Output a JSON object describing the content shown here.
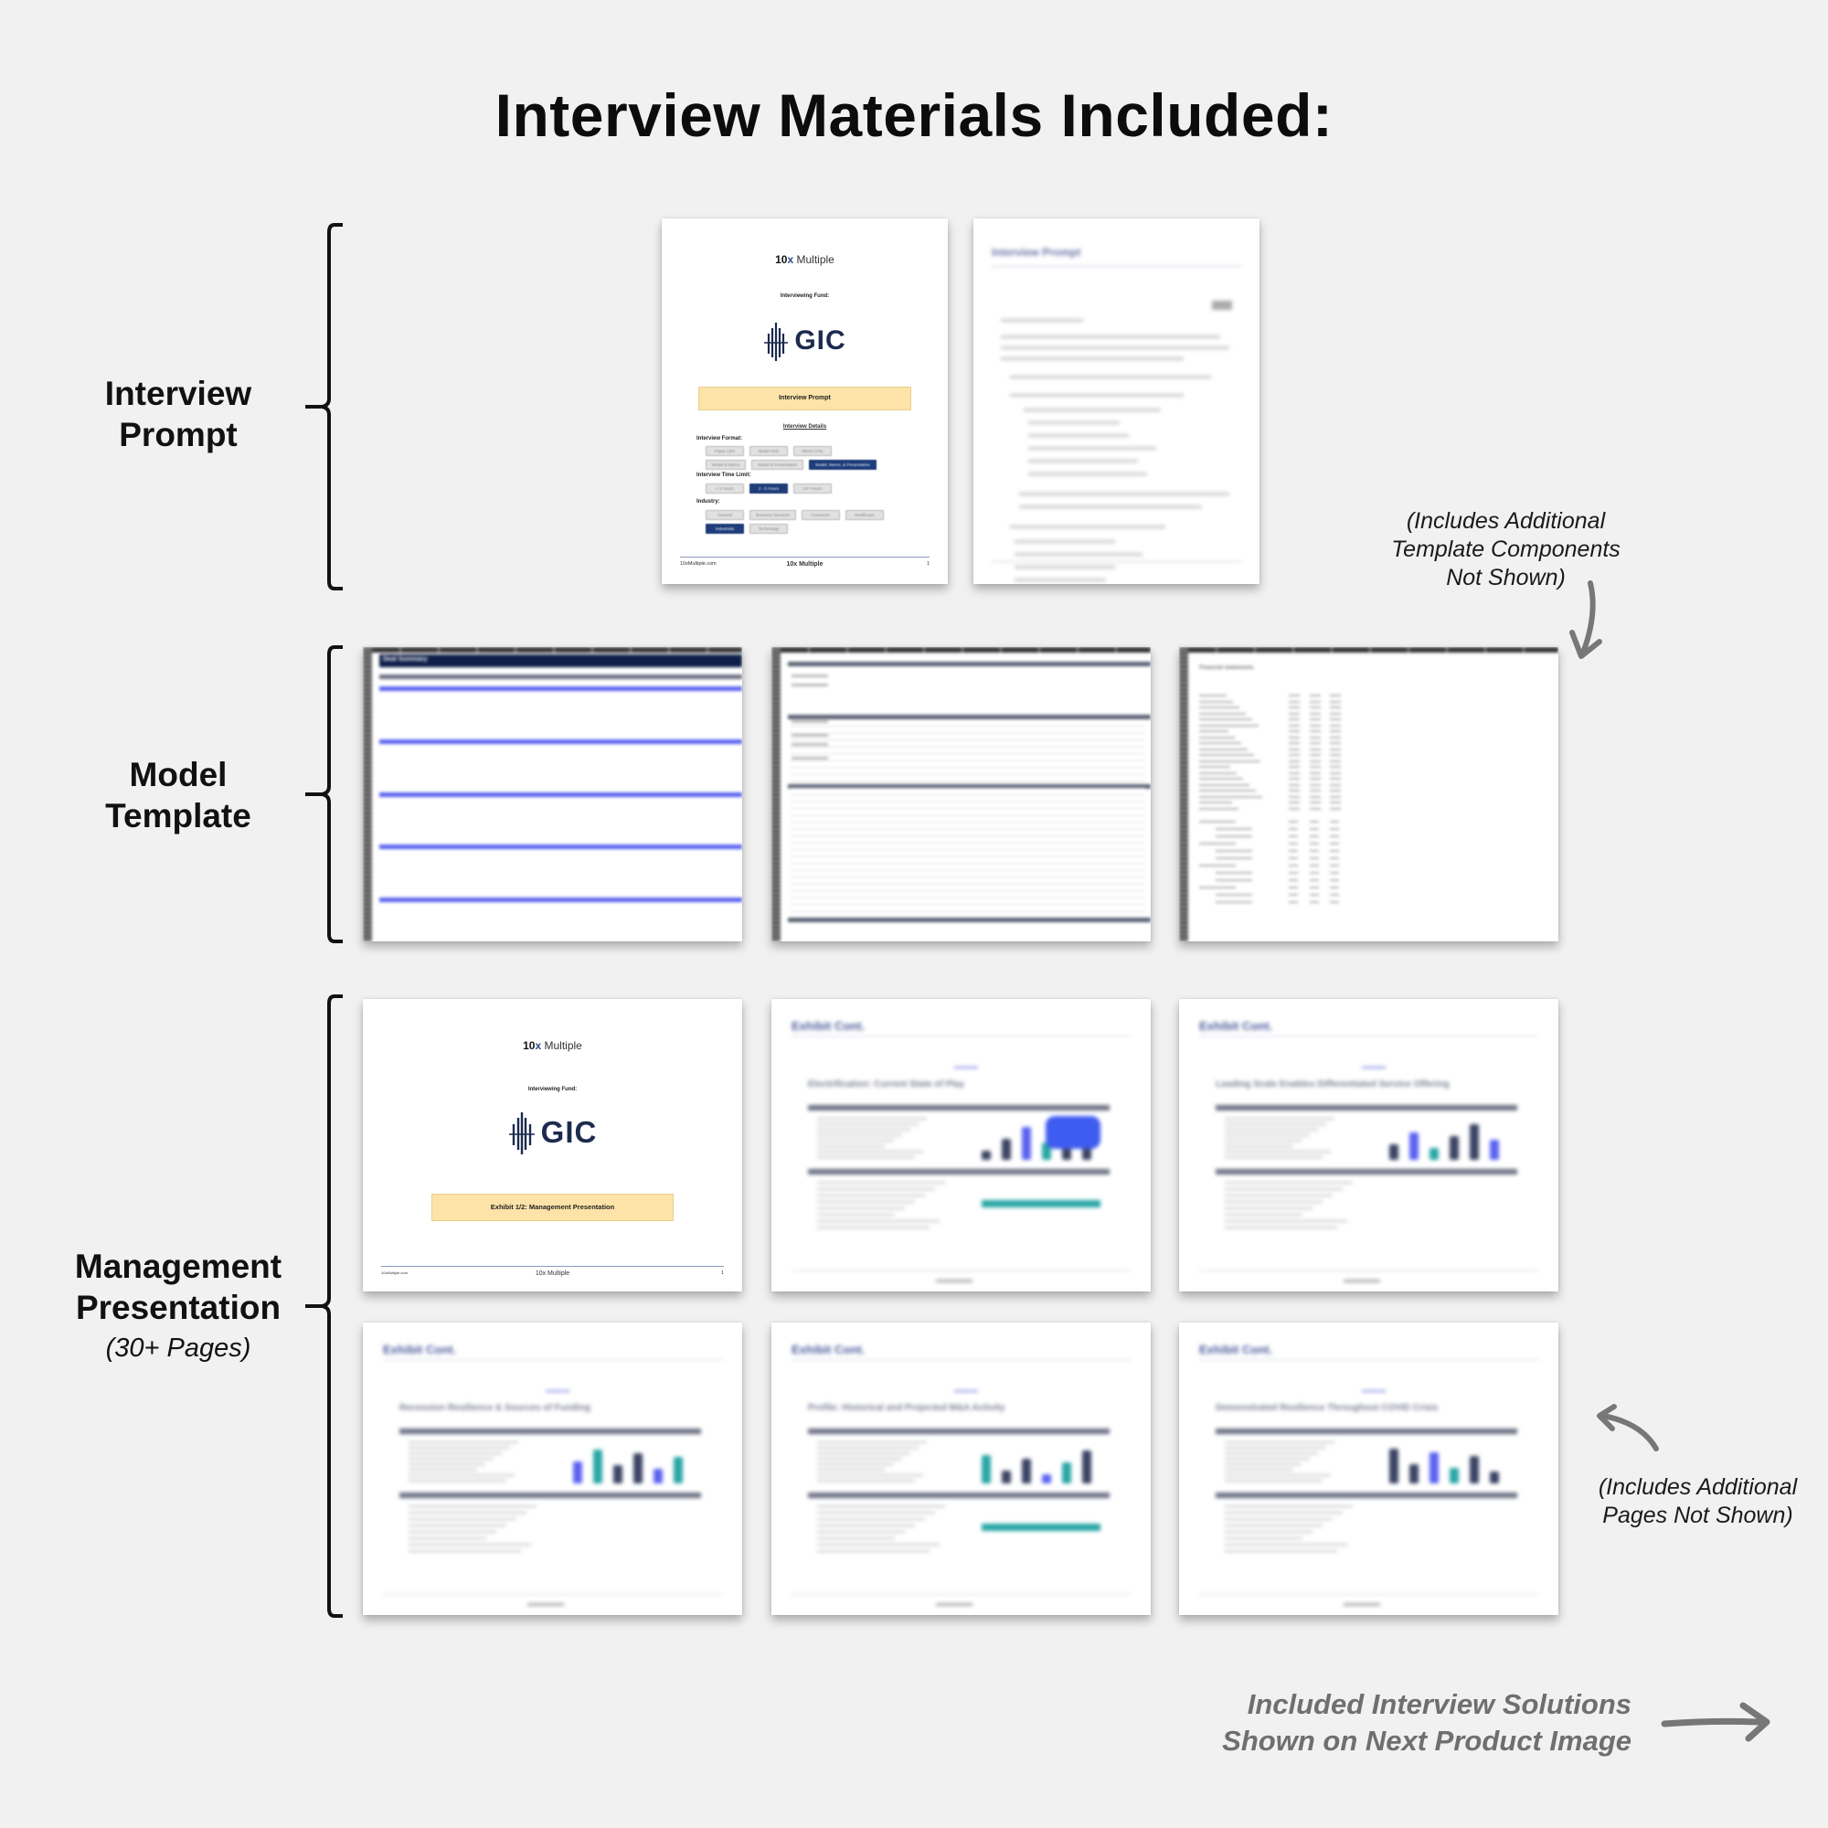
{
  "title": "Interview Materials Included:",
  "sections": [
    {
      "id": "interview-prompt",
      "label_lines": [
        "Interview",
        "Prompt"
      ],
      "sub": ""
    },
    {
      "id": "model-template",
      "label_lines": [
        "Model",
        "Template"
      ],
      "sub": ""
    },
    {
      "id": "management-presentation",
      "label_lines": [
        "Management",
        "Presentation"
      ],
      "sub": "(30+ Pages)"
    }
  ],
  "prompt_cover": {
    "brand_bold": "10",
    "brand_x": "x",
    "brand_rest": " Multiple",
    "fund_label": "Interviewing Fund:",
    "fund_name": "GIC",
    "banner": "Interview Prompt",
    "details_heading": "Interview Details",
    "groups": [
      {
        "heading": "Interview Format:",
        "rows": [
          [
            {
              "label": "Paper LBO",
              "selected": false
            },
            {
              "label": "Model Only",
              "selected": false
            },
            {
              "label": "Memo Only",
              "selected": false
            }
          ],
          [
            {
              "label": "Model & Memo",
              "selected": false
            },
            {
              "label": "Model & Presentation",
              "selected": false
            },
            {
              "label": "Model, Memo, & Presentation",
              "selected": true
            }
          ]
        ]
      },
      {
        "heading": "Interview Time Limit:",
        "rows": [
          [
            {
              "label": "< 2 Hours",
              "selected": false
            },
            {
              "label": "2 - 5 Hours",
              "selected": true
            },
            {
              "label": "10+ Hours",
              "selected": false
            }
          ]
        ]
      },
      {
        "heading": "Industry:",
        "rows": [
          [
            {
              "label": "General",
              "selected": false
            },
            {
              "label": "Business Services",
              "selected": false
            },
            {
              "label": "Consumer",
              "selected": false
            },
            {
              "label": "Healthcare",
              "selected": false
            }
          ],
          [
            {
              "label": "Industrials",
              "selected": true
            },
            {
              "label": "Technology",
              "selected": false
            }
          ]
        ]
      }
    ],
    "footer_left": "10xMultiple.com",
    "footer_center": "10x Multiple",
    "footer_page": "1"
  },
  "prompt_page2": {
    "title": "Interview Prompt"
  },
  "mgmt_cover": {
    "brand_bold": "10",
    "brand_x": "x",
    "brand_rest": " Multiple",
    "fund_label": "Interviewing Fund:",
    "fund_name": "GIC",
    "banner": "Exhibit 1/2: Management Presentation",
    "footer_left": "10xMultiple.com",
    "footer_center": "10x Multiple",
    "footer_page": "1"
  },
  "mgmt_slides": [
    {
      "title": "Exhibit Cont.",
      "heading": "Electrification: Current State of Play"
    },
    {
      "title": "Exhibit Cont.",
      "heading": "Leading Scale Enables Differentiated Service Offering"
    },
    {
      "title": "Exhibit Cont.",
      "heading": "Recession Resilience & Sources of Funding"
    },
    {
      "title": "Exhibit Cont.",
      "heading": "Profile: Historical and Projected M&A Activity"
    },
    {
      "title": "Exhibit Cont.",
      "heading": "Demonstrated Resilience Throughout COVID Crisis"
    }
  ],
  "model_sheets": [
    {
      "title": "Deal Summary"
    },
    {
      "title": "Assumptions"
    },
    {
      "title": "Financial statements"
    }
  ],
  "annotations": {
    "template_note": [
      "(Includes Additional",
      "Template Components",
      "Not Shown)"
    ],
    "pages_note": [
      "(Includes Additional",
      "Pages Not Shown)"
    ],
    "solutions_note": [
      "Included Interview Solutions",
      "Shown on Next Product Image"
    ]
  },
  "colors": {
    "background": "#f1f1f1",
    "banner": "#fde3a7",
    "selected_chip": "#1f3d7a",
    "gic_navy": "#1b2a4e",
    "excel_header": "#0f1f4a",
    "excel_section_blue": "#5b63f0",
    "annotation_gray": "#6f6f6f"
  }
}
